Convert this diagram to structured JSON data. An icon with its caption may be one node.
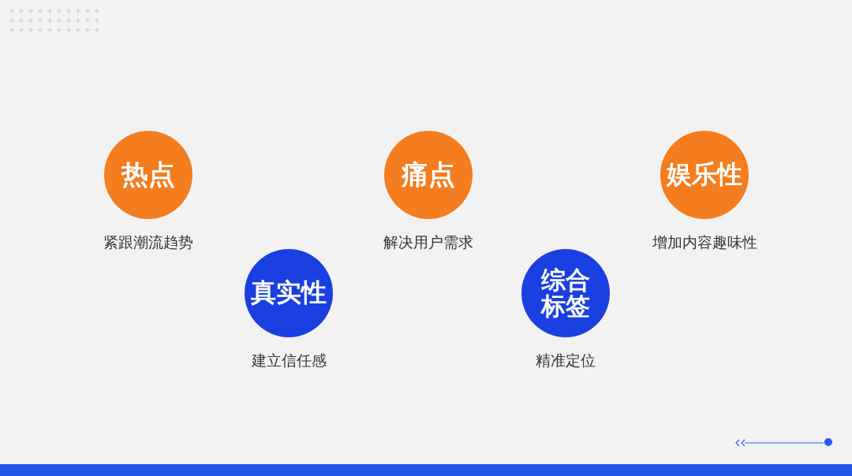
{
  "diagram": {
    "nodes": [
      {
        "text": [
          "热点"
        ],
        "beside": [
          "紧跟潮流趋势"
        ]
      },
      {
        "text": [
          "痛点"
        ],
        "beside": [
          "解决用户需求"
        ]
      },
      {
        "text": [
          "娱乐性"
        ],
        "beside": [
          "增加内容趣味性"
        ]
      },
      {
        "text": [
          "真实性"
        ],
        "beside": [
          "建立信任感"
        ]
      },
      {
        "text": [
          "综合标签"
        ],
        "beside": [
          "精准定位"
        ]
      }
    ]
  }
}
